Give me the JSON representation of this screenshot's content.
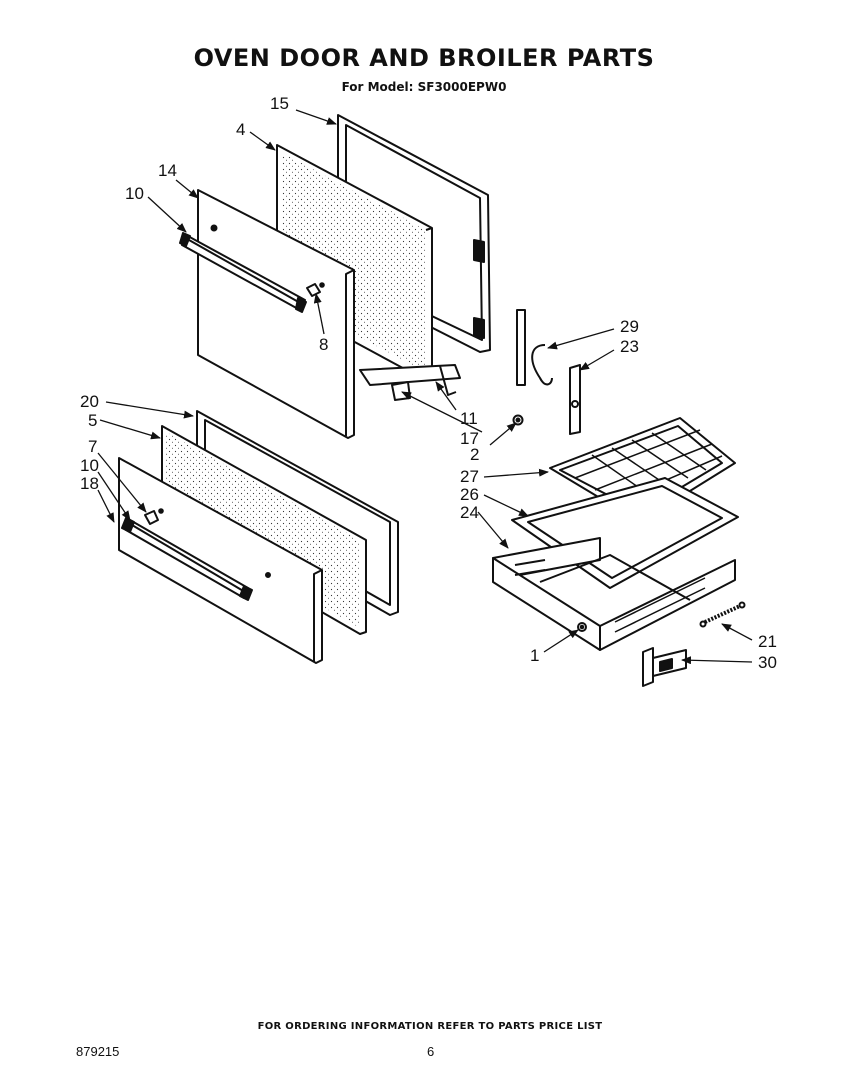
{
  "header": {
    "title": "OVEN DOOR AND BROILER PARTS",
    "subtitle": "For Model: SF3000EPW0"
  },
  "callouts": [
    "15",
    "4",
    "14",
    "10",
    "8",
    "29",
    "23",
    "11",
    "17",
    "2",
    "20",
    "5",
    "7",
    "10",
    "18",
    "27",
    "26",
    "24",
    "21",
    "1",
    "30"
  ],
  "footer": {
    "note": "FOR ORDERING INFORMATION REFER TO PARTS PRICE LIST",
    "doc_number": "879215",
    "page_number": "6"
  }
}
